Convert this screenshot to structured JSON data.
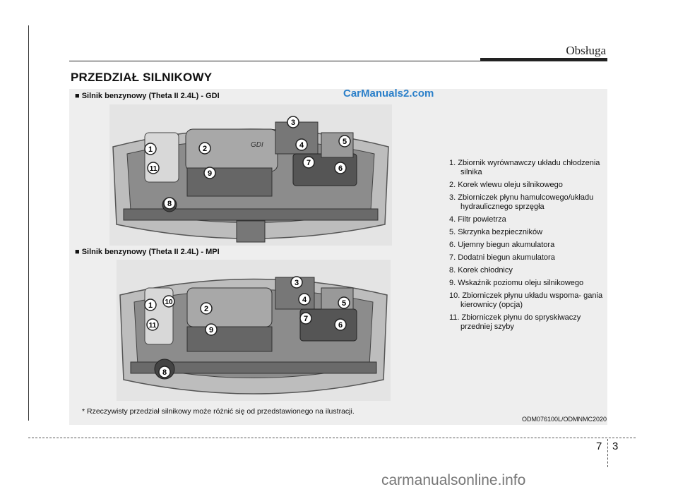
{
  "header": {
    "title": "Obsługa"
  },
  "section_title": "PRZEDZIAŁ SILNIKOWY",
  "watermark_top": "CarManuals2.com",
  "engines": [
    {
      "heading": "■ Silnik benzynowy (Theta II 2.4L) - GDI",
      "cover_label": "GDI"
    },
    {
      "heading": "■ Silnik benzynowy (Theta II 2.4L) - MPI"
    }
  ],
  "legend": [
    "1. Zbiornik wyrównawczy układu chłodzenia silnika",
    "2. Korek wlewu oleju silnikowego",
    "3. Zbiorniczek płynu hamulcowego/układu hydraulicznego sprzęgła",
    "4. Filtr powietrza",
    "5. Skrzynka bezpieczników",
    "6. Ujemny biegun akumulatora",
    "7. Dodatni biegun akumulatora",
    "8. Korek chłodnicy",
    "9. Wskaźnik poziomu oleju silnikowego",
    "10. Zbiorniczek płynu układu wspoma- gania kierownicy (opcja)",
    "11. Zbiorniczek płynu do spryskiwaczy przedniej szyby"
  ],
  "callouts_gdi": [
    "1",
    "2",
    "3",
    "4",
    "5",
    "6",
    "7",
    "8",
    "9",
    "11"
  ],
  "callouts_mpi": [
    "1",
    "10",
    "2",
    "3",
    "4",
    "5",
    "6",
    "7",
    "8",
    "9",
    "11"
  ],
  "footnote": "* Rzeczywisty przedział silnikowy może różnić się od przedstawionego na ilustracji.",
  "image_code": "ODM076100L/ODMNMC2020",
  "page": {
    "chapter": "7",
    "number": "3"
  },
  "watermark_bottom": "carmanualsonline.info"
}
